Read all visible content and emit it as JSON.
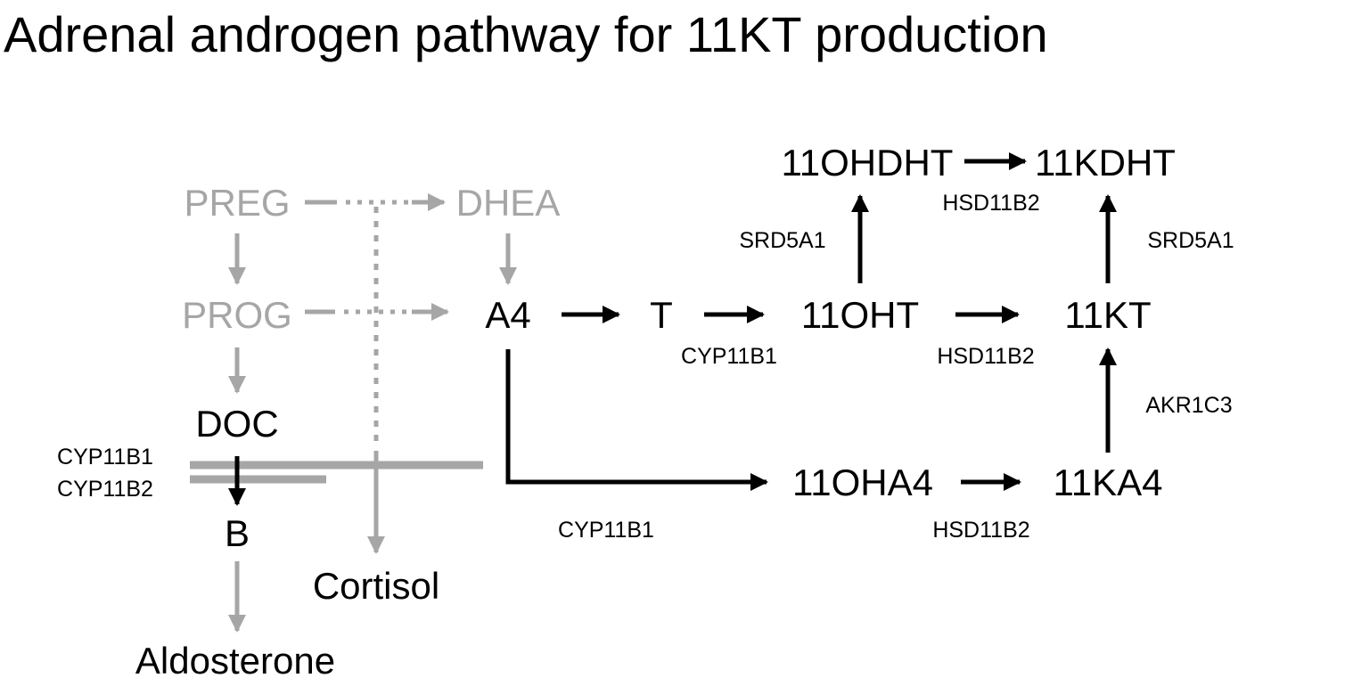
{
  "title": "Adrenal androgen pathway for 11KT production",
  "colors": {
    "primary": "#000000",
    "faded": "#a6a6a6"
  },
  "nodes": {
    "preg": "PREG",
    "dhea": "DHEA",
    "prog": "PROG",
    "a4": "A4",
    "t": "T",
    "ohdht": "11OHDHT",
    "kdht": "11KDHT",
    "oht": "11OHT",
    "kt": "11KT",
    "doc": "DOC",
    "b": "B",
    "aldosterone": "Aldosterone",
    "cortisol": "Cortisol",
    "oha4": "11OHA4",
    "ka4": "11KA4"
  },
  "enzymes": {
    "hsd11b2_top": "HSD11B2",
    "srd5a1_left": "SRD5A1",
    "srd5a1_right": "SRD5A1",
    "cyp11b1_t": "CYP11B1",
    "hsd11b2_mid": "HSD11B2",
    "akr1c3": "AKR1C3",
    "cyp11b1_doc": "CYP11B1",
    "cyp11b2_doc": "CYP11B2",
    "cyp11b1_a4": "CYP11B1",
    "hsd11b2_bottom": "HSD11B2"
  }
}
